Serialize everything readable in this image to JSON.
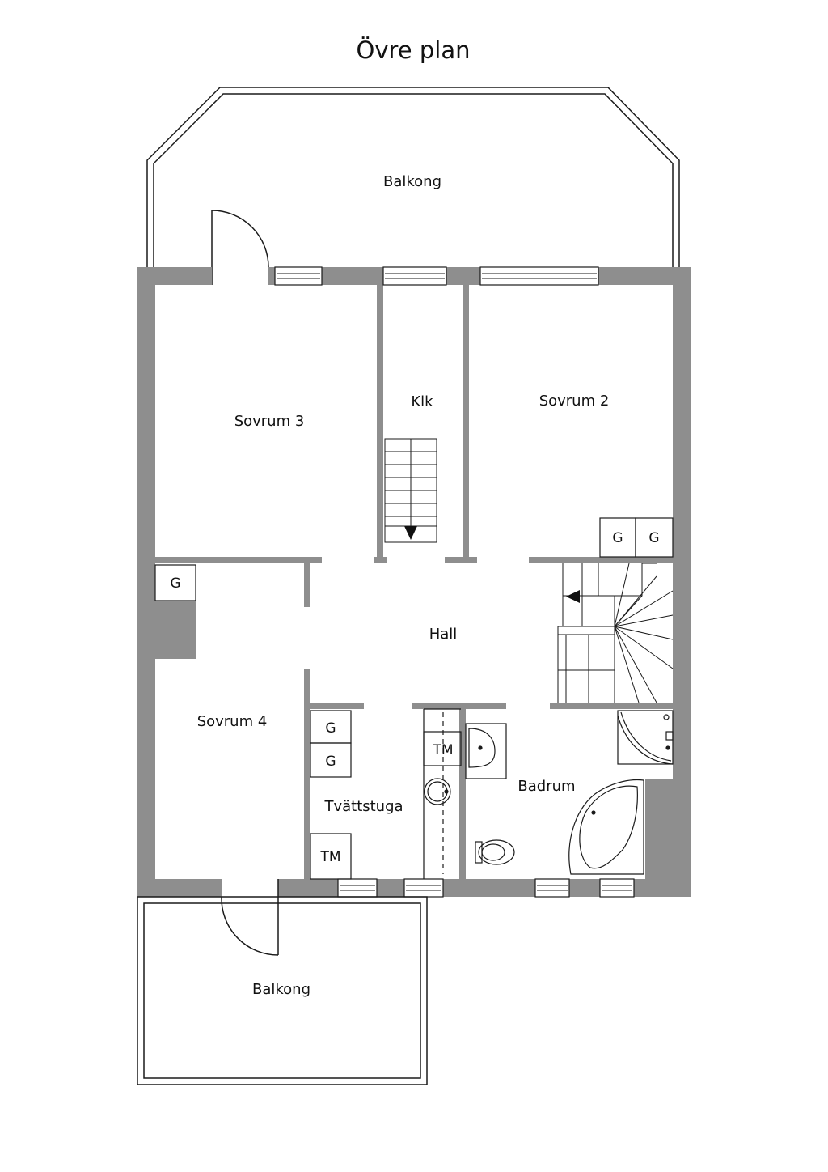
{
  "title": "Övre plan",
  "rooms": {
    "balkong_top": "Balkong",
    "klk": "Klk",
    "sovrum3": "Sovrum 3",
    "sovrum2": "Sovrum 2",
    "hall": "Hall",
    "sovrum4": "Sovrum 4",
    "tvattstuga": "Tvättstuga",
    "badrum": "Badrum",
    "balkong_bottom": "Balkong"
  },
  "fixtures": {
    "g": "G",
    "tm": "TM"
  },
  "colors": {
    "wall": "#8e8e8e",
    "line": "#1a1a1a",
    "background": "#ffffff"
  }
}
